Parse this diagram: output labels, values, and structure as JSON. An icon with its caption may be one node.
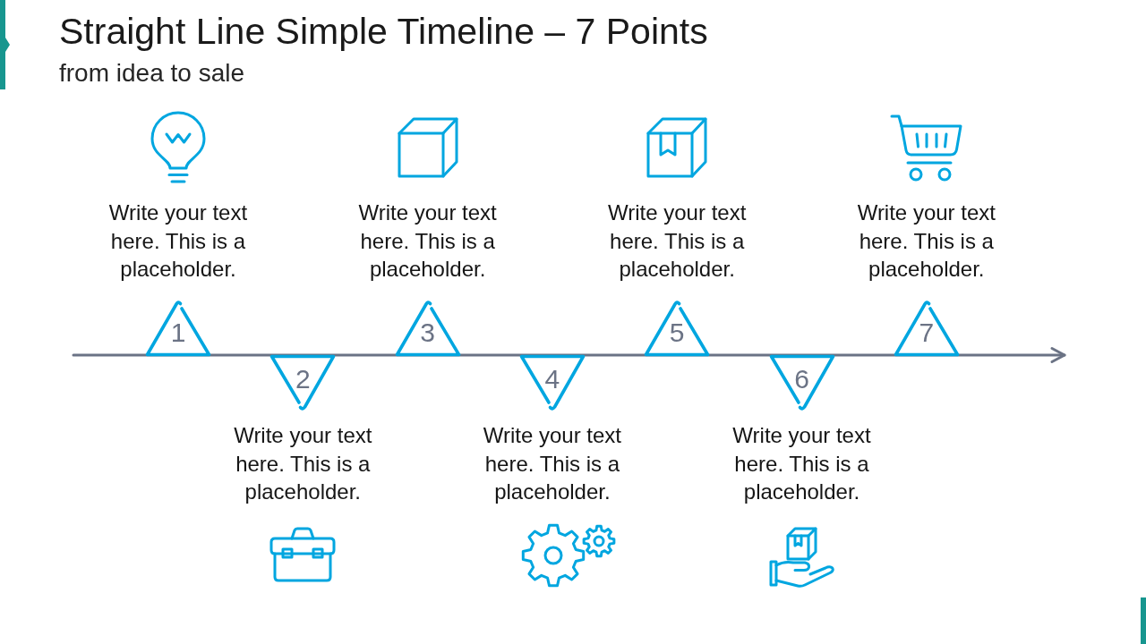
{
  "diagram": {
    "title": "Straight Line Simple Timeline – 7 Points",
    "nodes": [
      {
        "text": [
          "1"
        ],
        "beside": [
          "Write your text here. This is a placeholder."
        ]
      },
      {
        "text": [
          "2"
        ],
        "beside": [
          "Write your text here. This is a placeholder."
        ]
      },
      {
        "text": [
          "3"
        ],
        "beside": [
          "Write your text here. This is a placeholder."
        ]
      },
      {
        "text": [
          "4"
        ],
        "beside": [
          "Write your text here. This is a placeholder."
        ]
      },
      {
        "text": [
          "5"
        ],
        "beside": [
          "Write your text here. This is a placeholder."
        ]
      },
      {
        "text": [
          "6"
        ],
        "beside": [
          "Write your text here. This is a placeholder."
        ]
      },
      {
        "text": [
          "7"
        ],
        "beside": [
          "Write your text here. This is a placeholder."
        ]
      }
    ],
    "labels": [
      "from idea to sale"
    ]
  }
}
